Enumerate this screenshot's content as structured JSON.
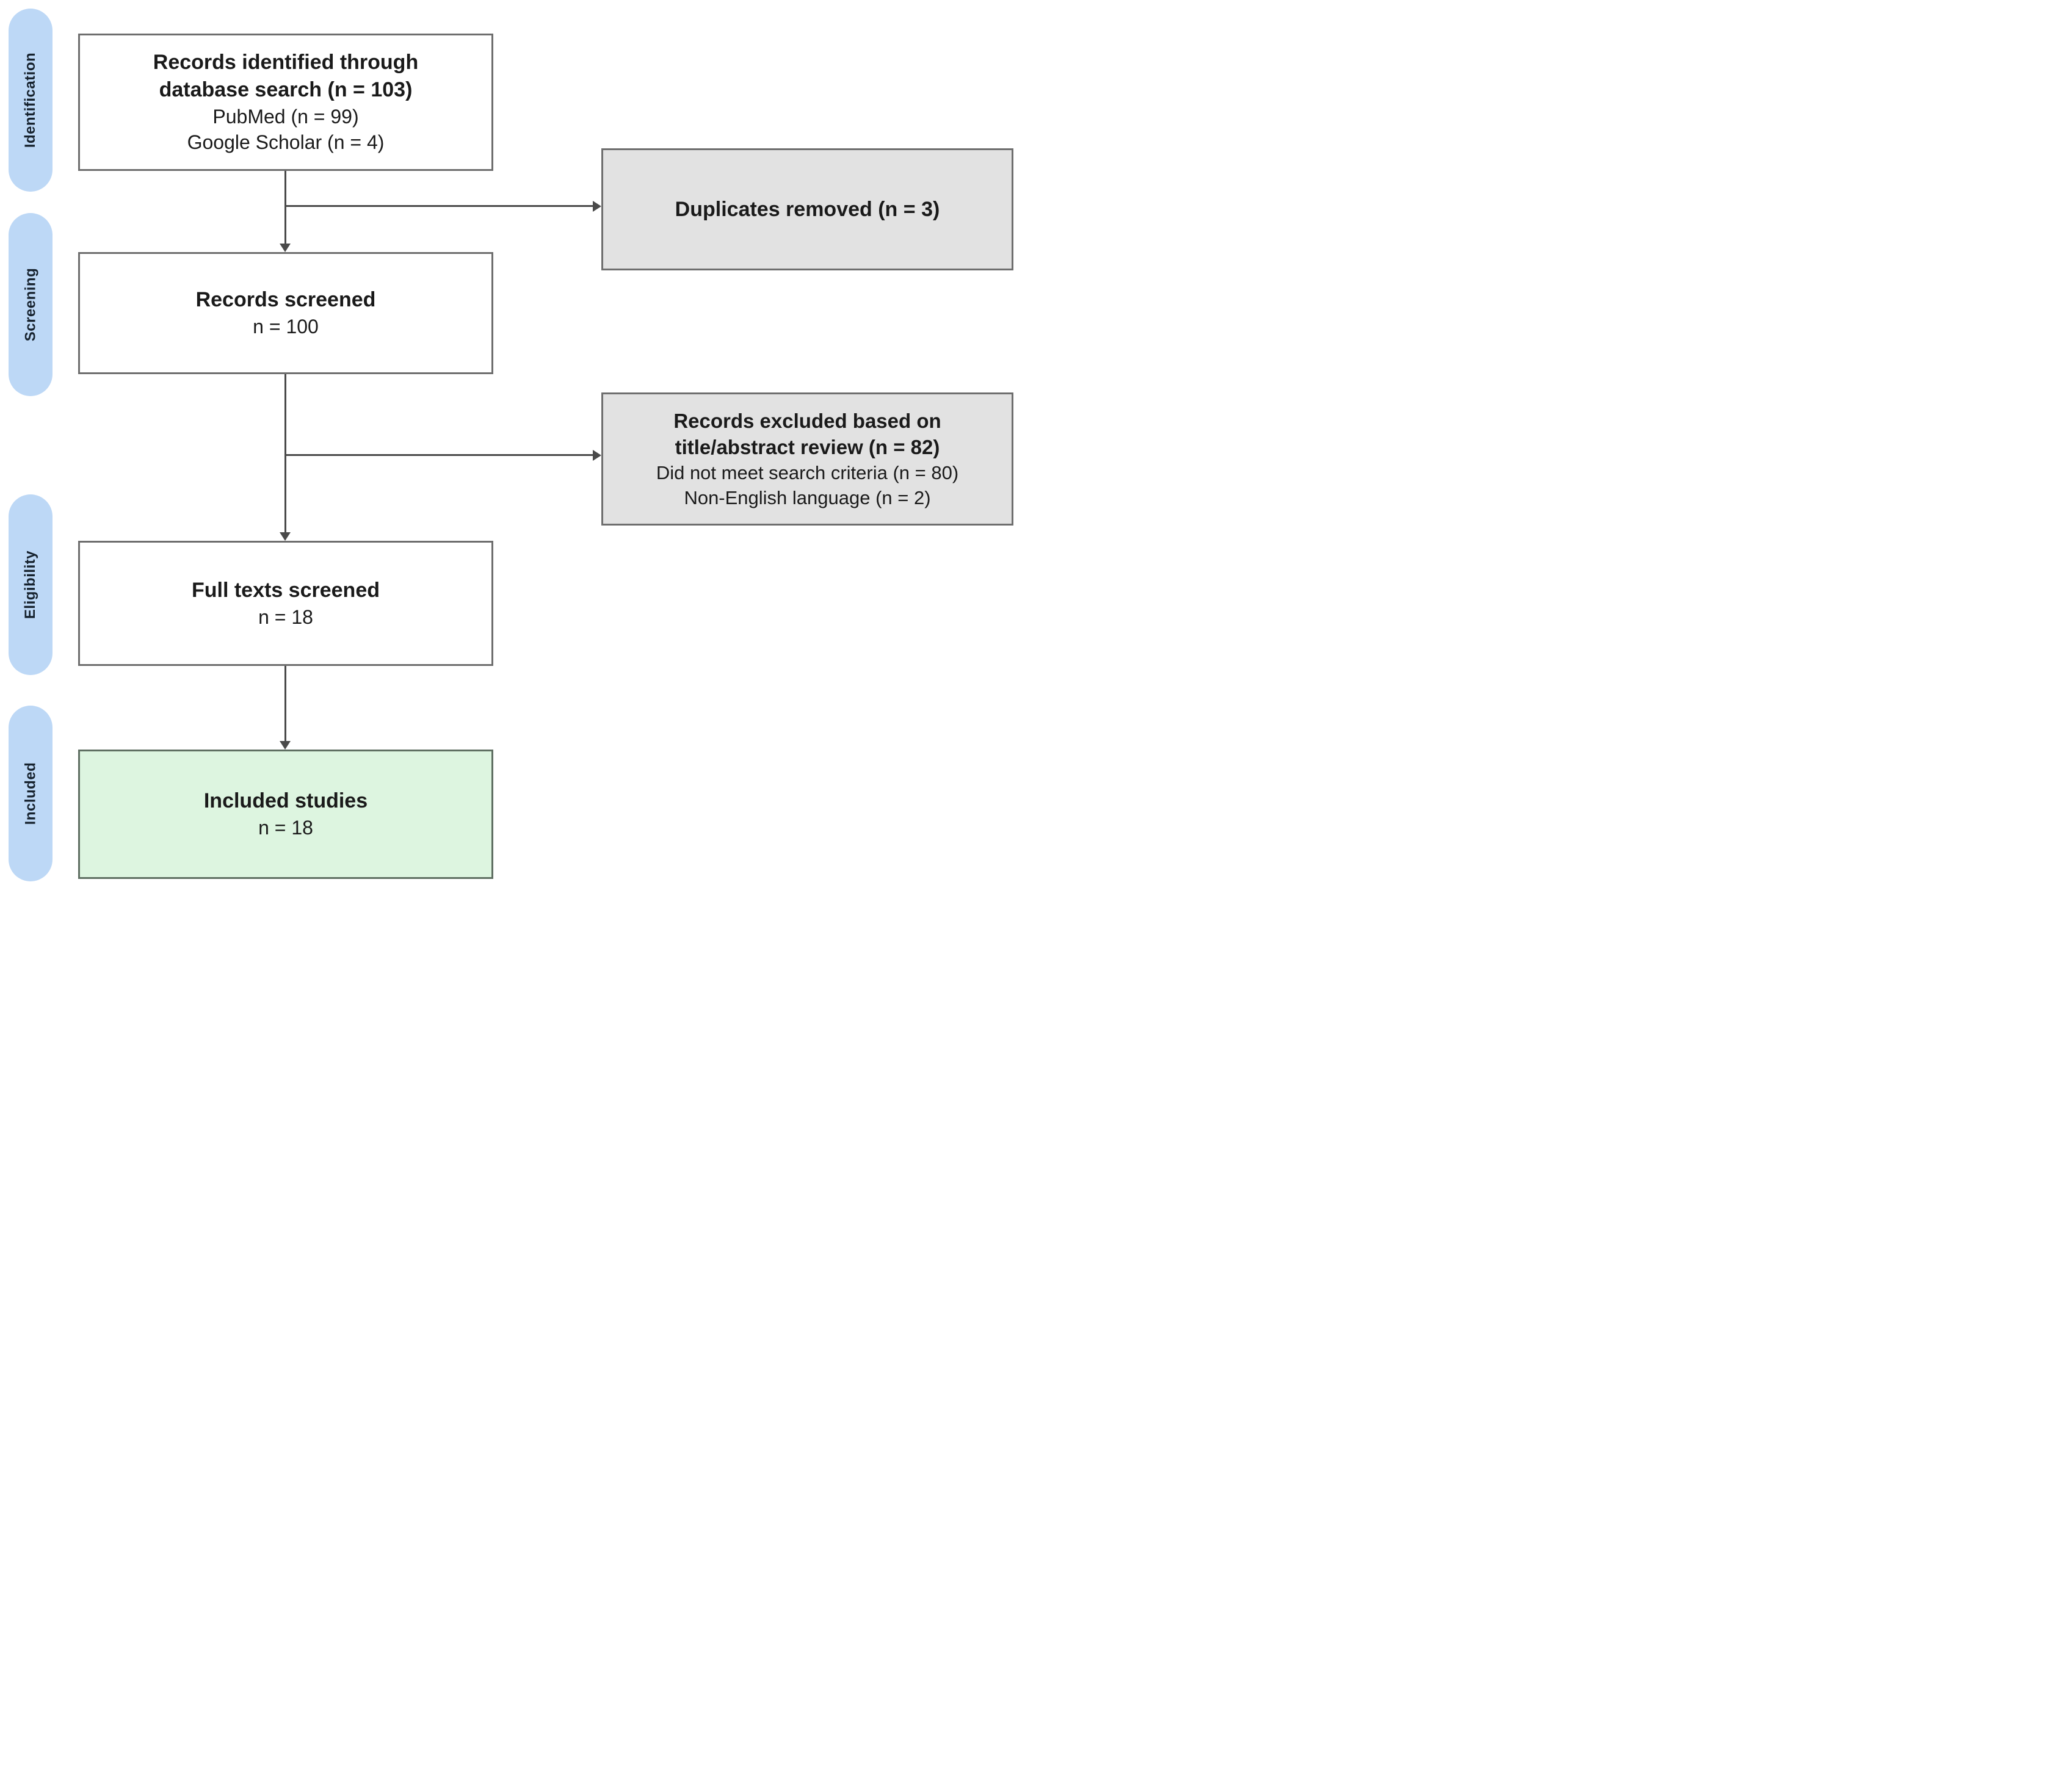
{
  "stages": {
    "identification": "Identification",
    "screening": "Screening",
    "eligibility": "Eligibility",
    "included": "Included"
  },
  "boxes": {
    "identified": {
      "bold": [
        "Records identified through",
        "database search (n = 103)"
      ],
      "regular": [
        "PubMed (n = 99)",
        "Google Scholar (n = 4)"
      ]
    },
    "duplicates": {
      "bold": [
        "Duplicates removed (n = 3)"
      ]
    },
    "screened": {
      "bold": [
        "Records screened"
      ],
      "regular": [
        "n = 100"
      ]
    },
    "excluded": {
      "bold": [
        "Records  excluded based on",
        "title/abstract review (n = 82)"
      ],
      "regular": [
        "Did not meet search criteria (n = 80)",
        "Non-English language (n = 2)"
      ]
    },
    "fulltexts": {
      "bold": [
        "Full texts screened"
      ],
      "regular": [
        "n = 18"
      ]
    },
    "includedStudies": {
      "bold": [
        "Included studies"
      ],
      "regular": [
        "n = 18"
      ]
    }
  },
  "colors": {
    "stage_pill": "#bdd8f6",
    "stage_text": "#16222e",
    "box_border": "#6e6e6e",
    "excluded_fill": "#e2e2e2",
    "included_fill": "#ddf5e0",
    "included_border": "#5f6f62",
    "arrow": "#4a4a4a",
    "text": "#1a1a1a"
  }
}
